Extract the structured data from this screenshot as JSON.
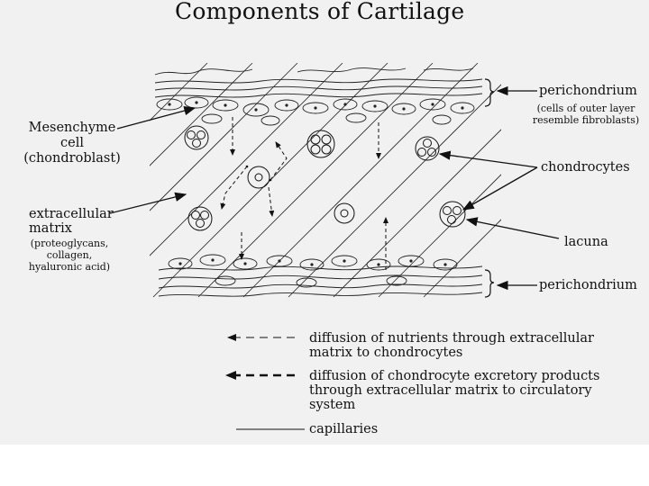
{
  "title": "Components of Cartilage",
  "labels": {
    "mesenchyme": [
      "Mesenchyme",
      "cell",
      "(chondroblast)"
    ],
    "matrix": [
      "extracellular",
      "matrix"
    ],
    "matrix_note": [
      "(proteoglycans,",
      "collagen,",
      "hyaluronic acid)"
    ],
    "perichondrium_top": "perichondrium",
    "perichondrium_note": [
      "(cells of outer layer",
      "resemble fibroblasts)"
    ],
    "chondrocytes": "chondrocytes",
    "lacuna": "lacuna",
    "perichondrium_bottom": "perichondrium"
  },
  "legend": [
    {
      "style": "dashed-thin",
      "text": [
        "diffusion of nutrients through extracellular",
        "matrix to chondrocytes"
      ]
    },
    {
      "style": "dashed-bold",
      "text": [
        "diffusion of chondrocyte excretory products",
        "through extracellular matrix to circulatory",
        "system"
      ]
    },
    {
      "style": "solid",
      "text": [
        "capillaries"
      ]
    }
  ],
  "colors": {
    "panel": "#f1f1f1",
    "ink": "#111111"
  }
}
